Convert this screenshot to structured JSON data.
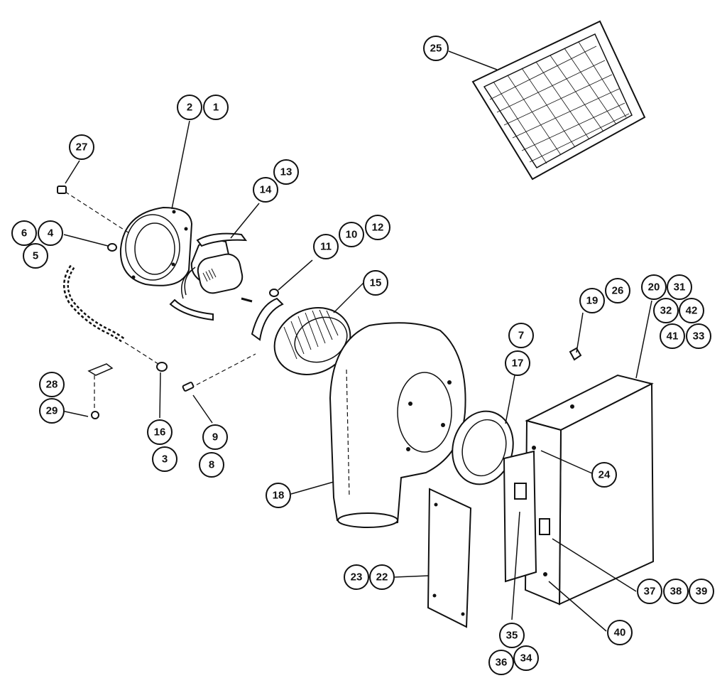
{
  "callouts": [
    {
      "id": "c25",
      "text": "25"
    },
    {
      "id": "c2",
      "text": "2"
    },
    {
      "id": "c1",
      "text": "1"
    },
    {
      "id": "c27",
      "text": "27"
    },
    {
      "id": "c13",
      "text": "13"
    },
    {
      "id": "c14",
      "text": "14"
    },
    {
      "id": "c6",
      "text": "6"
    },
    {
      "id": "c4",
      "text": "4"
    },
    {
      "id": "c5",
      "text": "5"
    },
    {
      "id": "c12",
      "text": "12"
    },
    {
      "id": "c10",
      "text": "10"
    },
    {
      "id": "c11",
      "text": "11"
    },
    {
      "id": "c15",
      "text": "15"
    },
    {
      "id": "c19",
      "text": "19"
    },
    {
      "id": "c26",
      "text": "26"
    },
    {
      "id": "c20",
      "text": "20"
    },
    {
      "id": "c31",
      "text": "31"
    },
    {
      "id": "c32",
      "text": "32"
    },
    {
      "id": "c42",
      "text": "42"
    },
    {
      "id": "c41",
      "text": "41"
    },
    {
      "id": "c33",
      "text": "33"
    },
    {
      "id": "c7",
      "text": "7"
    },
    {
      "id": "c17",
      "text": "17"
    },
    {
      "id": "c28",
      "text": "28"
    },
    {
      "id": "c29",
      "text": "29"
    },
    {
      "id": "c16",
      "text": "16"
    },
    {
      "id": "c3",
      "text": "3"
    },
    {
      "id": "c9",
      "text": "9"
    },
    {
      "id": "c8",
      "text": "8"
    },
    {
      "id": "c24",
      "text": "24"
    },
    {
      "id": "c18",
      "text": "18"
    },
    {
      "id": "c23",
      "text": "23"
    },
    {
      "id": "c22",
      "text": "22"
    },
    {
      "id": "c37",
      "text": "37"
    },
    {
      "id": "c38",
      "text": "38"
    },
    {
      "id": "c39",
      "text": "39"
    },
    {
      "id": "c40",
      "text": "40"
    },
    {
      "id": "c35",
      "text": "35"
    },
    {
      "id": "c36",
      "text": "36"
    },
    {
      "id": "c34",
      "text": "34"
    }
  ]
}
